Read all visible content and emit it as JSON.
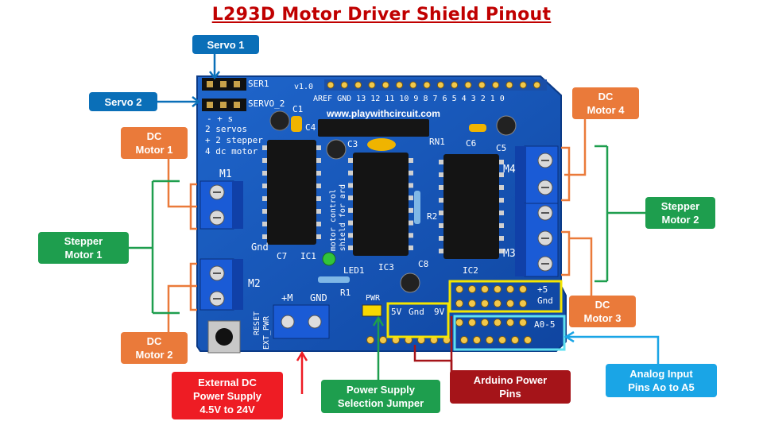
{
  "title": "L293D Motor Driver Shield Pinout",
  "board": {
    "website": "www.playwithcircuit.com",
    "silk": {
      "ser1": "SER1",
      "servo2": "SERVO_2",
      "pins_hdr": "AREF GND 13 12 11 10 9 8   7 6 5 4 3 2 1 0",
      "version": "v1.0",
      "modes": "2 servos\n+ 2 stepper\n4 dc motor",
      "pol": "-  +  s",
      "m1": "M1",
      "m2": "M2",
      "m3": "M3",
      "m4": "M4",
      "gnd": "Gnd",
      "c1": "C1",
      "c3": "C3",
      "c4": "C4",
      "c5": "C5",
      "c6": "C6",
      "c7": "C7",
      "c8": "C8",
      "ic1": "IC1",
      "ic2": "IC2",
      "ic3": "IC3",
      "rn1": "RN1",
      "r1": "R1",
      "r2": "R2",
      "led1": "LED1",
      "plusm": "+M",
      "gnd2": "GND",
      "reset": "RESET",
      "ext_pwr": "EXT_PWR",
      "pwr": "PWR",
      "v5": "5V",
      "gnd3": "Gnd",
      "v9": "9V",
      "plus5": "+5",
      "gnd4": "Gnd",
      "a0a5": "A0-5",
      "motor_control": "motor control\nshield for ard"
    }
  },
  "labels": {
    "servo1": "Servo 1",
    "servo2": "Servo 2",
    "dc_motor1": "DC\nMotor 1",
    "stepper1": "Stepper\nMotor 1",
    "dc_motor2": "DC\nMotor 2",
    "ext_supply": "External DC\nPower Supply\n4.5V to 24V",
    "psu_jumper": "Power Supply\nSelection Jumper",
    "arduino_power": "Arduino Power\nPins",
    "analog_input": "Analog Input\nPins Ao to A5",
    "dc_motor3": "DC\nMotor 3",
    "stepper2": "Stepper\nMotor 2",
    "dc_motor4": "DC\nMotor 4"
  },
  "colors": {
    "title": "#c00000",
    "pcb": "#1556b8",
    "servo_label": "#0a6fb8",
    "dc_label": "#ea7a3a",
    "stepper_label": "#1e9e4e",
    "ext_label": "#ee1c24",
    "arduino_label": "#a51419",
    "analog_label": "#1aa5e6",
    "highlight_yellow": "#f5e600",
    "highlight_cyan": "#5ee0f0"
  }
}
